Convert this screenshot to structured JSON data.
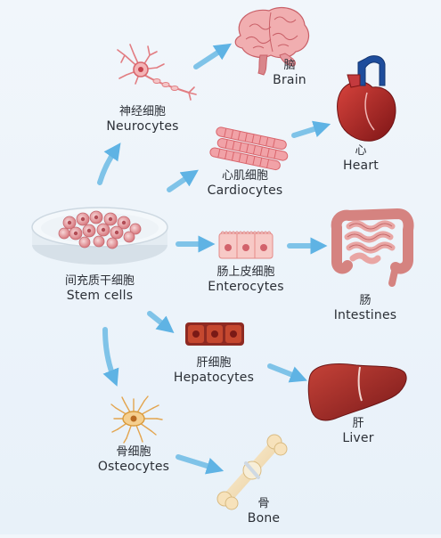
{
  "stem": {
    "zh": "间充质干细胞",
    "en": "Stem cells"
  },
  "cells": [
    {
      "id": "neuro",
      "zh": "神经细胞",
      "en": "Neurocytes"
    },
    {
      "id": "cardio",
      "zh": "心肌细胞",
      "en": "Cardiocytes"
    },
    {
      "id": "entero",
      "zh": "肠上皮细胞",
      "en": "Enterocytes"
    },
    {
      "id": "hepato",
      "zh": "肝细胞",
      "en": "Hepatocytes"
    },
    {
      "id": "osteo",
      "zh": "骨细胞",
      "en": "Osteocytes"
    }
  ],
  "organs": [
    {
      "id": "brain",
      "zh": "脑",
      "en": "Brain"
    },
    {
      "id": "heart",
      "zh": "心",
      "en": "Heart"
    },
    {
      "id": "intestines",
      "zh": "肠",
      "en": "Intestines"
    },
    {
      "id": "liver",
      "zh": "肝",
      "en": "Liver"
    },
    {
      "id": "bone",
      "zh": "骨",
      "en": "Bone"
    }
  ],
  "colors": {
    "arrow": "#7fc3e8",
    "dish": "#dfe8ef",
    "cell": "#e8a3a6",
    "heart": "#b3262b",
    "liver": "#a32a28"
  }
}
